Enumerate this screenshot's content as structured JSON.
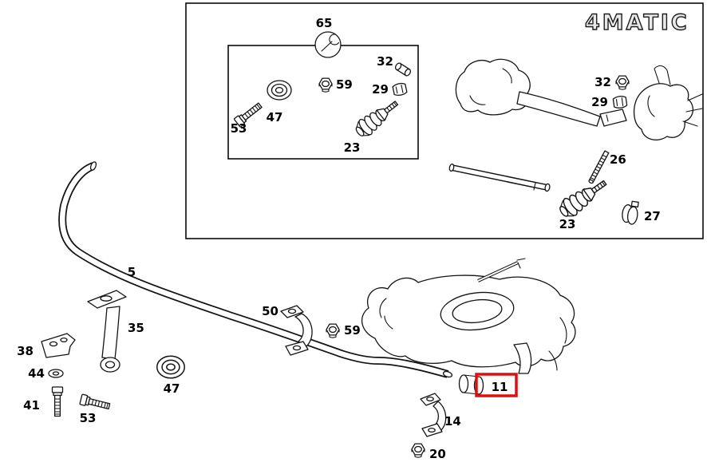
{
  "page": {
    "background": "#ffffff"
  },
  "logo": {
    "text": "4MATIC"
  },
  "highlight": {
    "selected_part": "11",
    "color": "#e10e0e"
  },
  "callouts": {
    "wrench_kit": "65",
    "kit_clamp32": "32",
    "kit_nut59": "59",
    "kit_clip29": "29",
    "kit_boot23": "23",
    "kit_bolt53": "53",
    "kit_grommet47": "47",
    "axle_clamp32": "32",
    "axle_clip29": "29",
    "axle_stud26": "26",
    "axle_boot23": "23",
    "axle_band27": "27",
    "stabilizer_bar5": "5",
    "clamp50": "50",
    "nut59": "59",
    "plate38": "38",
    "washer44": "44",
    "bolt41": "41",
    "bolt53": "53",
    "bracket35": "35",
    "grommet47": "47",
    "bushing11": "11",
    "strap14": "14",
    "nut20": "20"
  }
}
